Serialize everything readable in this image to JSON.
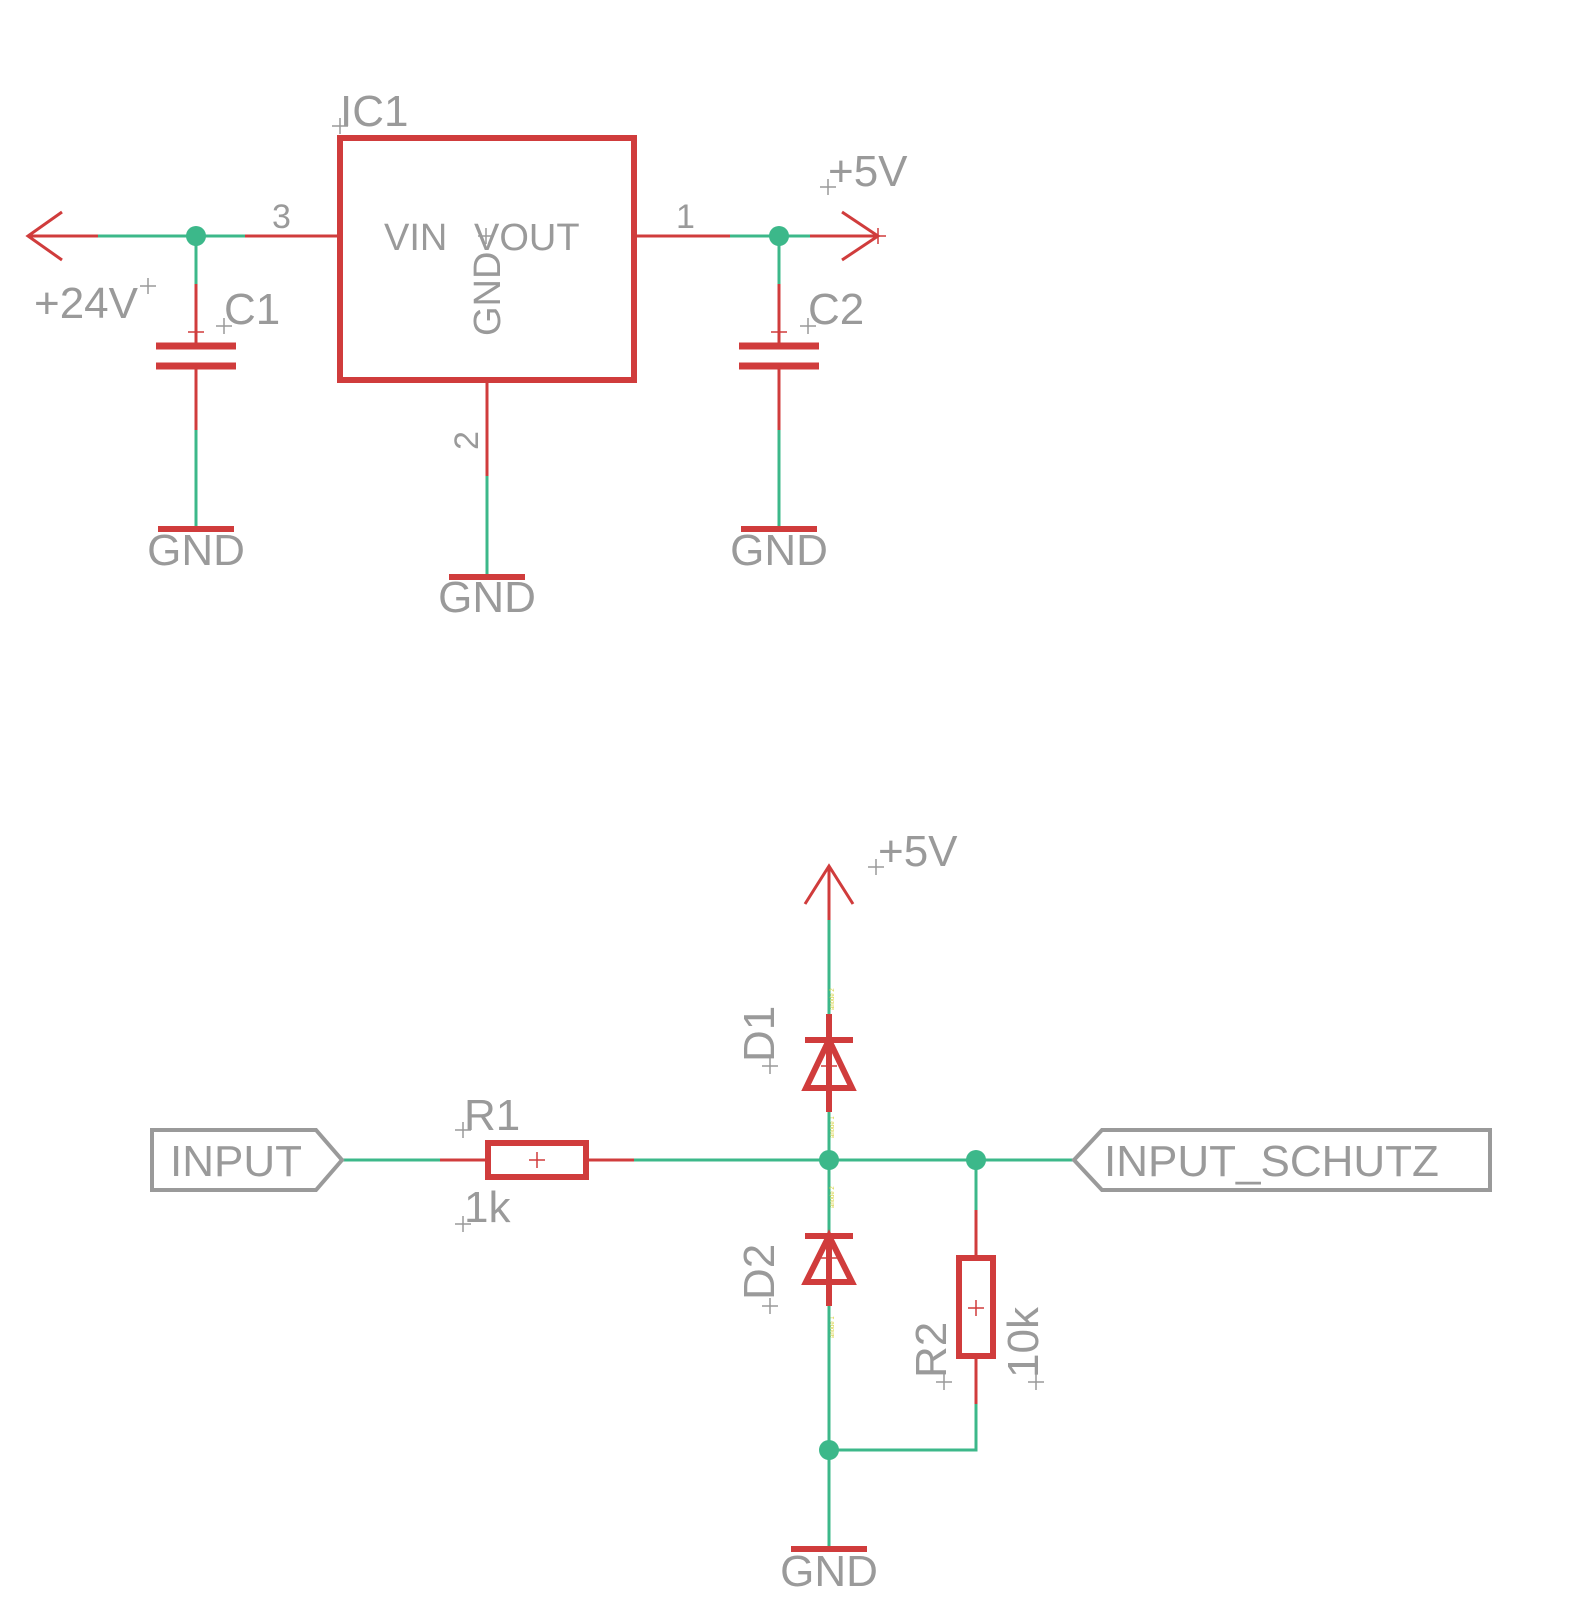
{
  "colors": {
    "wire": "#3cb88a",
    "part": "#d03c3c",
    "text": "#9a9a9a",
    "junction": "#3cb88a"
  },
  "regulator": {
    "name": "IC1",
    "pin_vin": "VIN",
    "pin_vout": "VOUT",
    "pin_gnd": "GND",
    "pin_num_in": "3",
    "pin_num_out": "1",
    "pin_num_gnd": "2"
  },
  "supplies": {
    "v24": "+24V",
    "v5_top": "+5V",
    "v5_bottom": "+5V",
    "gnd_c1": "GND",
    "gnd_ic1": "GND",
    "gnd_c2": "GND",
    "gnd_bottom": "GND"
  },
  "capacitors": {
    "c1": "C1",
    "c2": "C2"
  },
  "protection": {
    "r1_name": "R1",
    "r1_value": "1k",
    "r2_name": "R2",
    "r2_value": "10k",
    "d1_name": "D1",
    "d2_name": "D2",
    "input_label": "INPUT",
    "output_label": "INPUT_SCHUTZ"
  }
}
